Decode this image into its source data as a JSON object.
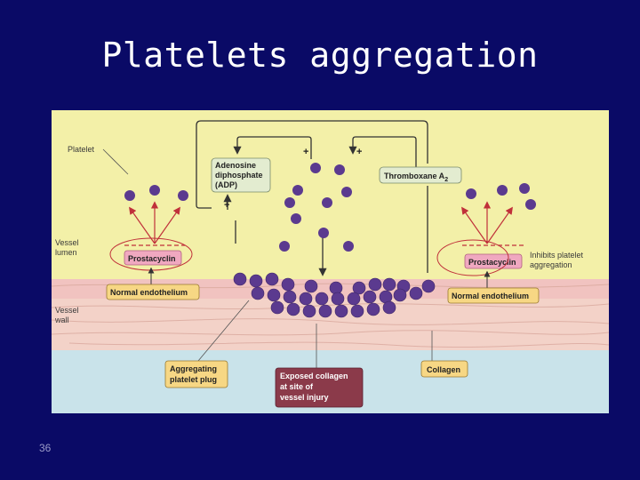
{
  "slide": {
    "title": "Platelets aggregation",
    "page_number": "36"
  },
  "diagram": {
    "labels": {
      "platelet": "Platelet",
      "vessel_lumen": [
        "Vessel",
        "lumen"
      ],
      "vessel_wall": [
        "Vessel",
        "wall"
      ],
      "inhibits": [
        "Inhibits platelet",
        "aggregation"
      ]
    },
    "boxes": {
      "adp": [
        "Adenosine",
        "diphosphate",
        "(ADP)"
      ],
      "thromboxane": "Thromboxane A",
      "thromboxane_sub": "2",
      "prostacyclin_left": "Prostacyclin",
      "prostacyclin_right": "Prostacyclin",
      "endothelium_left": "Normal endothelium",
      "endothelium_right": "Normal endothelium",
      "aggregating_plug": [
        "Aggregating",
        "platelet plug"
      ],
      "exposed_collagen": [
        "Exposed collagen",
        "at site of",
        "vessel injury"
      ],
      "collagen": "Collagen"
    },
    "signs": {
      "plus": "+"
    },
    "colors": {
      "lumen": "#f3f0a8",
      "endothelium": "#f1c3c0",
      "wall": "#f3d2c8",
      "collagen_band": "#c9e3ea",
      "platelet": "#5b3a8f",
      "label_box": "#f7d784",
      "prostacyclin_box": "#f0a8c0",
      "thromboxane_box": "#e3ecd0",
      "collagen_box_dark": "#8b3a4a",
      "arrow_red": "#c0303a"
    }
  }
}
